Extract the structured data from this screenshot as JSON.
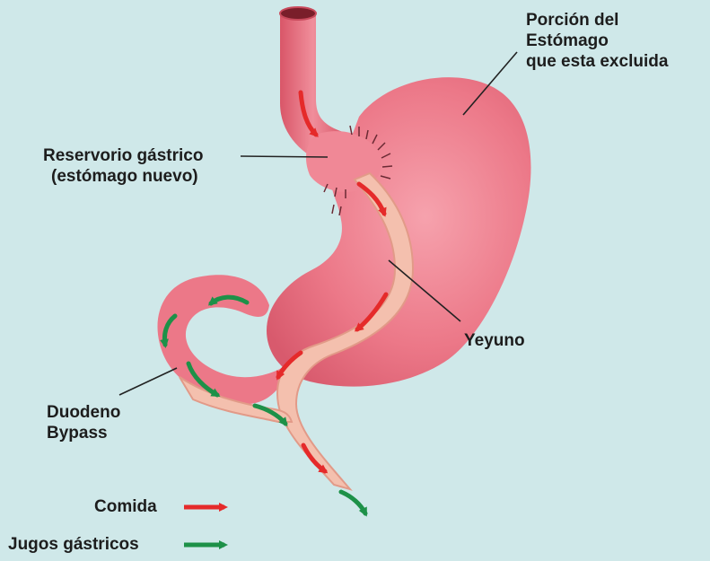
{
  "labels": {
    "excluded_stomach": [
      "Porción del",
      "Estómago",
      "que esta excluida"
    ],
    "gastric_pouch": [
      "Reservorio gástrico",
      "(estómago nuevo)"
    ],
    "jejunum": "Yeyuno",
    "duodenum": [
      "Duodeno",
      "Bypass"
    ]
  },
  "legend": {
    "food": "Comida",
    "gastric_juices": "Jugos gástricos"
  },
  "colors": {
    "background": "#cfe8e9",
    "stomach": "#ec7888",
    "intestine": "#f4c0ae",
    "food_arrow": "#e52a2a",
    "juice_arrow": "#1d9148",
    "leader_line": "#222222"
  }
}
